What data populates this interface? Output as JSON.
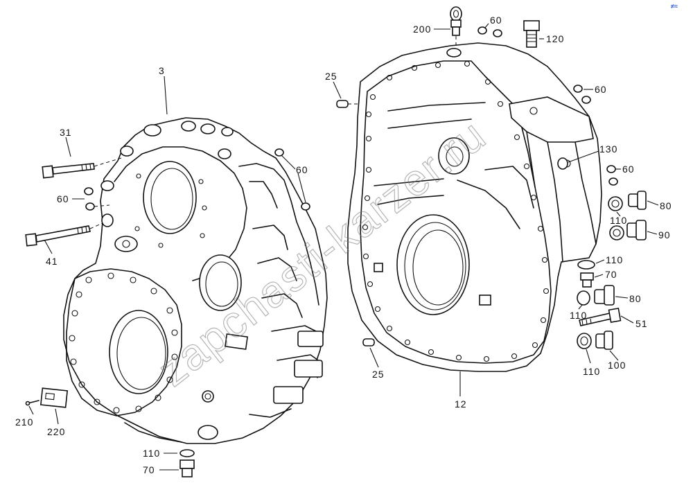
{
  "diagram": {
    "title": "Gearbox housing exploded view",
    "watermark": "zapchasti-karzer.ru",
    "corner_mark": "≠≈",
    "callouts": {
      "c3": "3",
      "c31": "31",
      "c41": "41",
      "c60_left": "60",
      "c60_mid": "60",
      "c60_top": "60",
      "c60_right_top": "60",
      "c60_right": "60",
      "c200": "200",
      "c120": "120",
      "c25_top": "25",
      "c25_bottom": "25",
      "c130": "130",
      "c80_top": "80",
      "c90": "90",
      "c110_a": "110",
      "c110_b": "110",
      "c70_right": "70",
      "c80_mid": "80",
      "c110_c": "110",
      "c51": "51",
      "c100": "100",
      "c110_d": "110",
      "c12": "12",
      "c210": "210",
      "c220": "220",
      "c110_bottom": "110",
      "c70_bottom": "70"
    }
  }
}
